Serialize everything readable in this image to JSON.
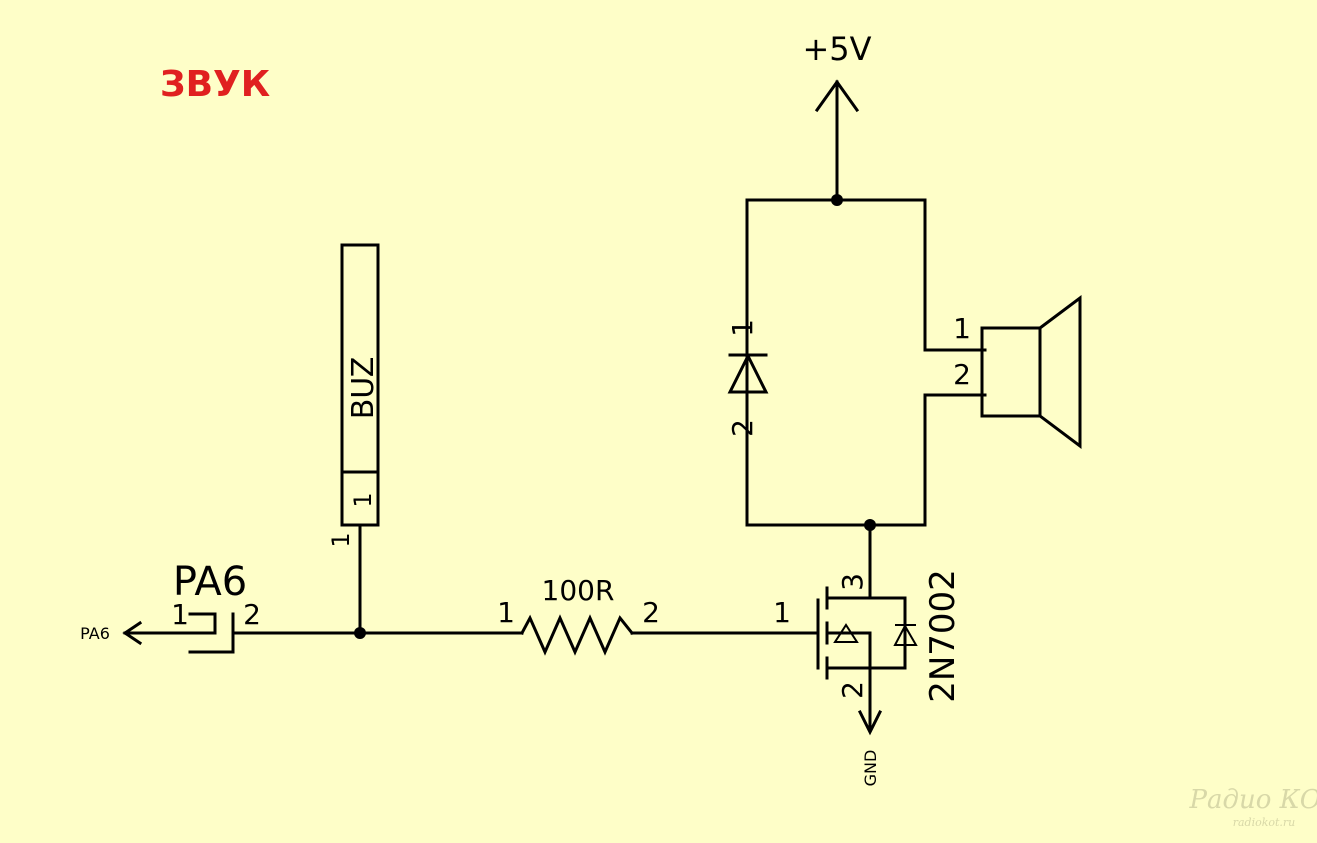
{
  "title": "ЗВУК",
  "colors": {
    "background": "#fefec8",
    "wire": "#000000",
    "title": "#e02020"
  },
  "power": {
    "label": "+5V"
  },
  "ground": {
    "label": "GND"
  },
  "input": {
    "net_label": "PA6",
    "jumper_name": "PA6",
    "pin1": "1",
    "pin2": "2"
  },
  "buzzer": {
    "name": "BUZ",
    "pin_inside": "1",
    "pin_outside": "1"
  },
  "resistor": {
    "value": "100R",
    "pin1": "1",
    "pin2": "2"
  },
  "transistor": {
    "part": "2N7002",
    "gate_pin": "1",
    "source_pin": "2",
    "drain_pin": "3"
  },
  "diode": {
    "pin1": "1",
    "pin2": "2"
  },
  "speaker": {
    "pin1": "1",
    "pin2": "2"
  },
  "watermark": {
    "brand": "Радио КОТ",
    "site": "radiokot.ru"
  }
}
